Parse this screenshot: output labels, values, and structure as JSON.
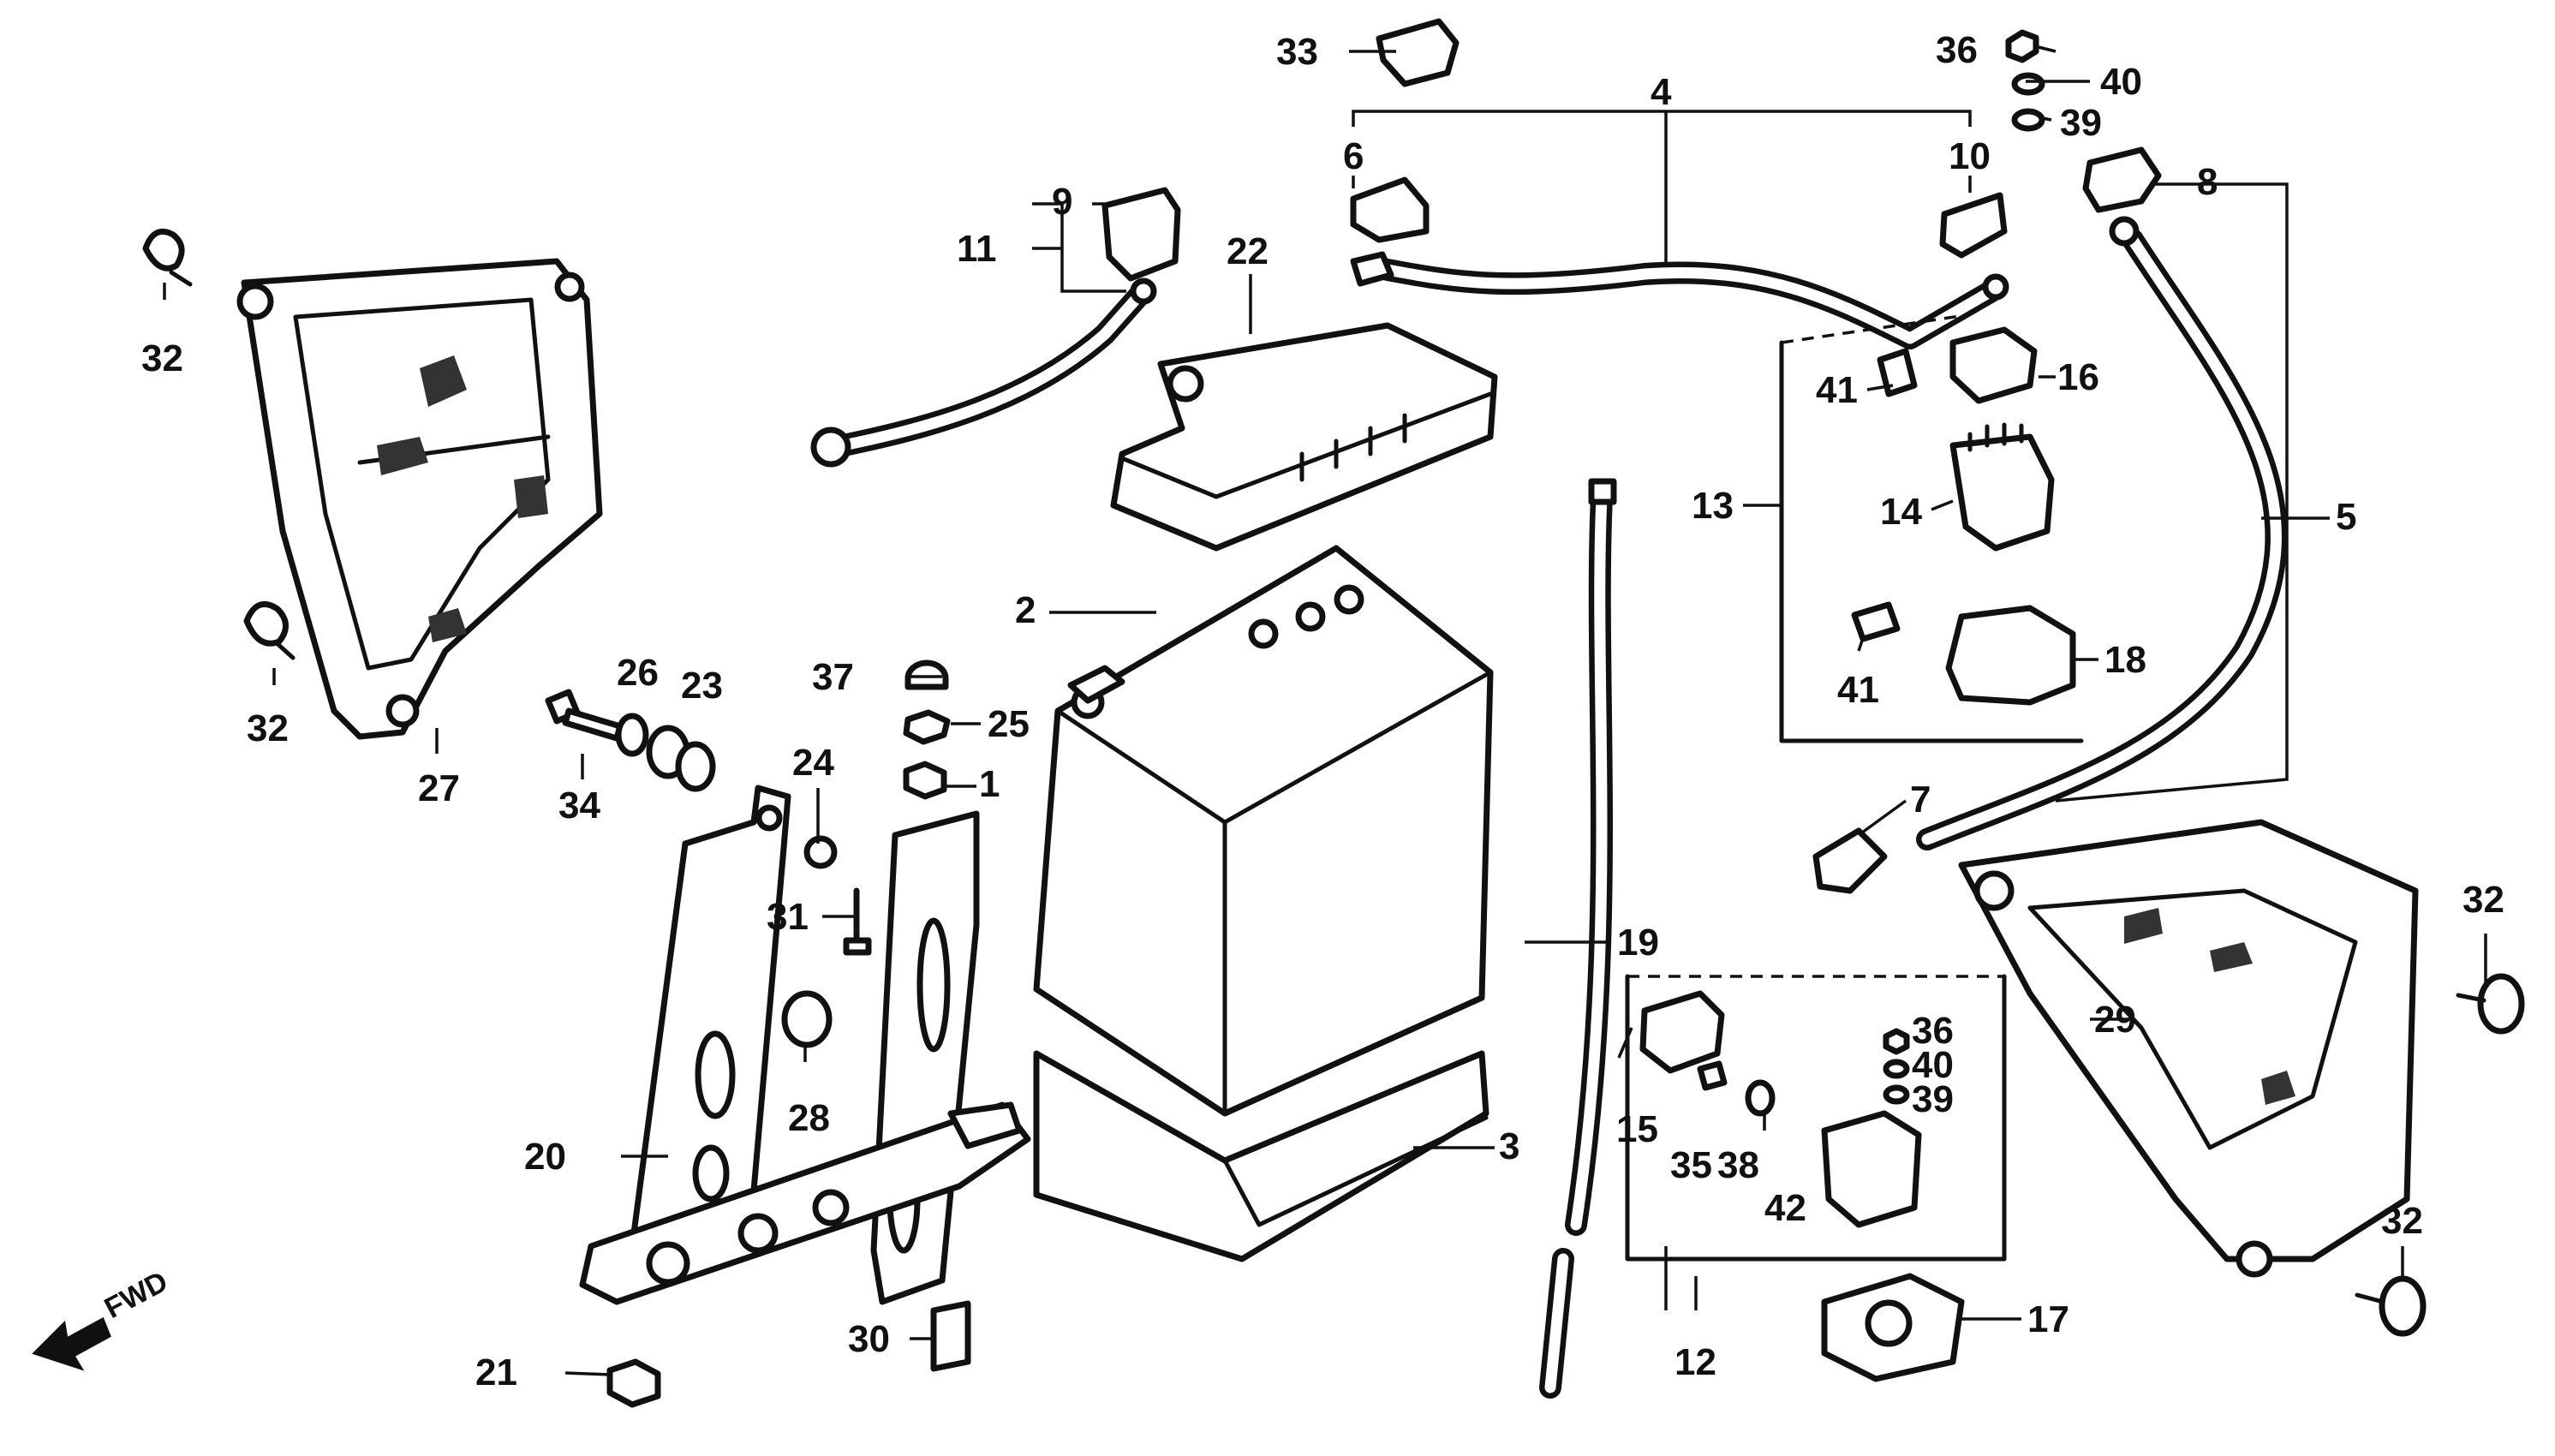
{
  "diagram": {
    "direction_label": "FWD",
    "callouts": [
      {
        "id": "c1",
        "label": "1"
      },
      {
        "id": "c2",
        "label": "2"
      },
      {
        "id": "c3",
        "label": "3"
      },
      {
        "id": "c4",
        "label": "4"
      },
      {
        "id": "c5",
        "label": "5"
      },
      {
        "id": "c6",
        "label": "6"
      },
      {
        "id": "c7",
        "label": "7"
      },
      {
        "id": "c8",
        "label": "8"
      },
      {
        "id": "c9",
        "label": "9"
      },
      {
        "id": "c10",
        "label": "10"
      },
      {
        "id": "c11",
        "label": "11"
      },
      {
        "id": "c12",
        "label": "12"
      },
      {
        "id": "c13",
        "label": "13"
      },
      {
        "id": "c14",
        "label": "14"
      },
      {
        "id": "c15",
        "label": "15"
      },
      {
        "id": "c16",
        "label": "16"
      },
      {
        "id": "c17",
        "label": "17"
      },
      {
        "id": "c18",
        "label": "18"
      },
      {
        "id": "c19",
        "label": "19"
      },
      {
        "id": "c20",
        "label": "20"
      },
      {
        "id": "c21",
        "label": "21"
      },
      {
        "id": "c22",
        "label": "22"
      },
      {
        "id": "c23",
        "label": "23"
      },
      {
        "id": "c24",
        "label": "24"
      },
      {
        "id": "c25",
        "label": "25"
      },
      {
        "id": "c26",
        "label": "26"
      },
      {
        "id": "c27",
        "label": "27"
      },
      {
        "id": "c28",
        "label": "28"
      },
      {
        "id": "c29",
        "label": "29"
      },
      {
        "id": "c30",
        "label": "30"
      },
      {
        "id": "c31",
        "label": "31"
      },
      {
        "id": "c32a",
        "label": "32"
      },
      {
        "id": "c32b",
        "label": "32"
      },
      {
        "id": "c32c",
        "label": "32"
      },
      {
        "id": "c32d",
        "label": "32"
      },
      {
        "id": "c33",
        "label": "33"
      },
      {
        "id": "c34",
        "label": "34"
      },
      {
        "id": "c35",
        "label": "35"
      },
      {
        "id": "c36a",
        "label": "36"
      },
      {
        "id": "c36b",
        "label": "36"
      },
      {
        "id": "c37",
        "label": "37"
      },
      {
        "id": "c38",
        "label": "38"
      },
      {
        "id": "c39a",
        "label": "39"
      },
      {
        "id": "c39b",
        "label": "39"
      },
      {
        "id": "c40a",
        "label": "40"
      },
      {
        "id": "c40b",
        "label": "40"
      },
      {
        "id": "c41a",
        "label": "41"
      },
      {
        "id": "c41b",
        "label": "41"
      },
      {
        "id": "c42",
        "label": "42"
      }
    ]
  }
}
